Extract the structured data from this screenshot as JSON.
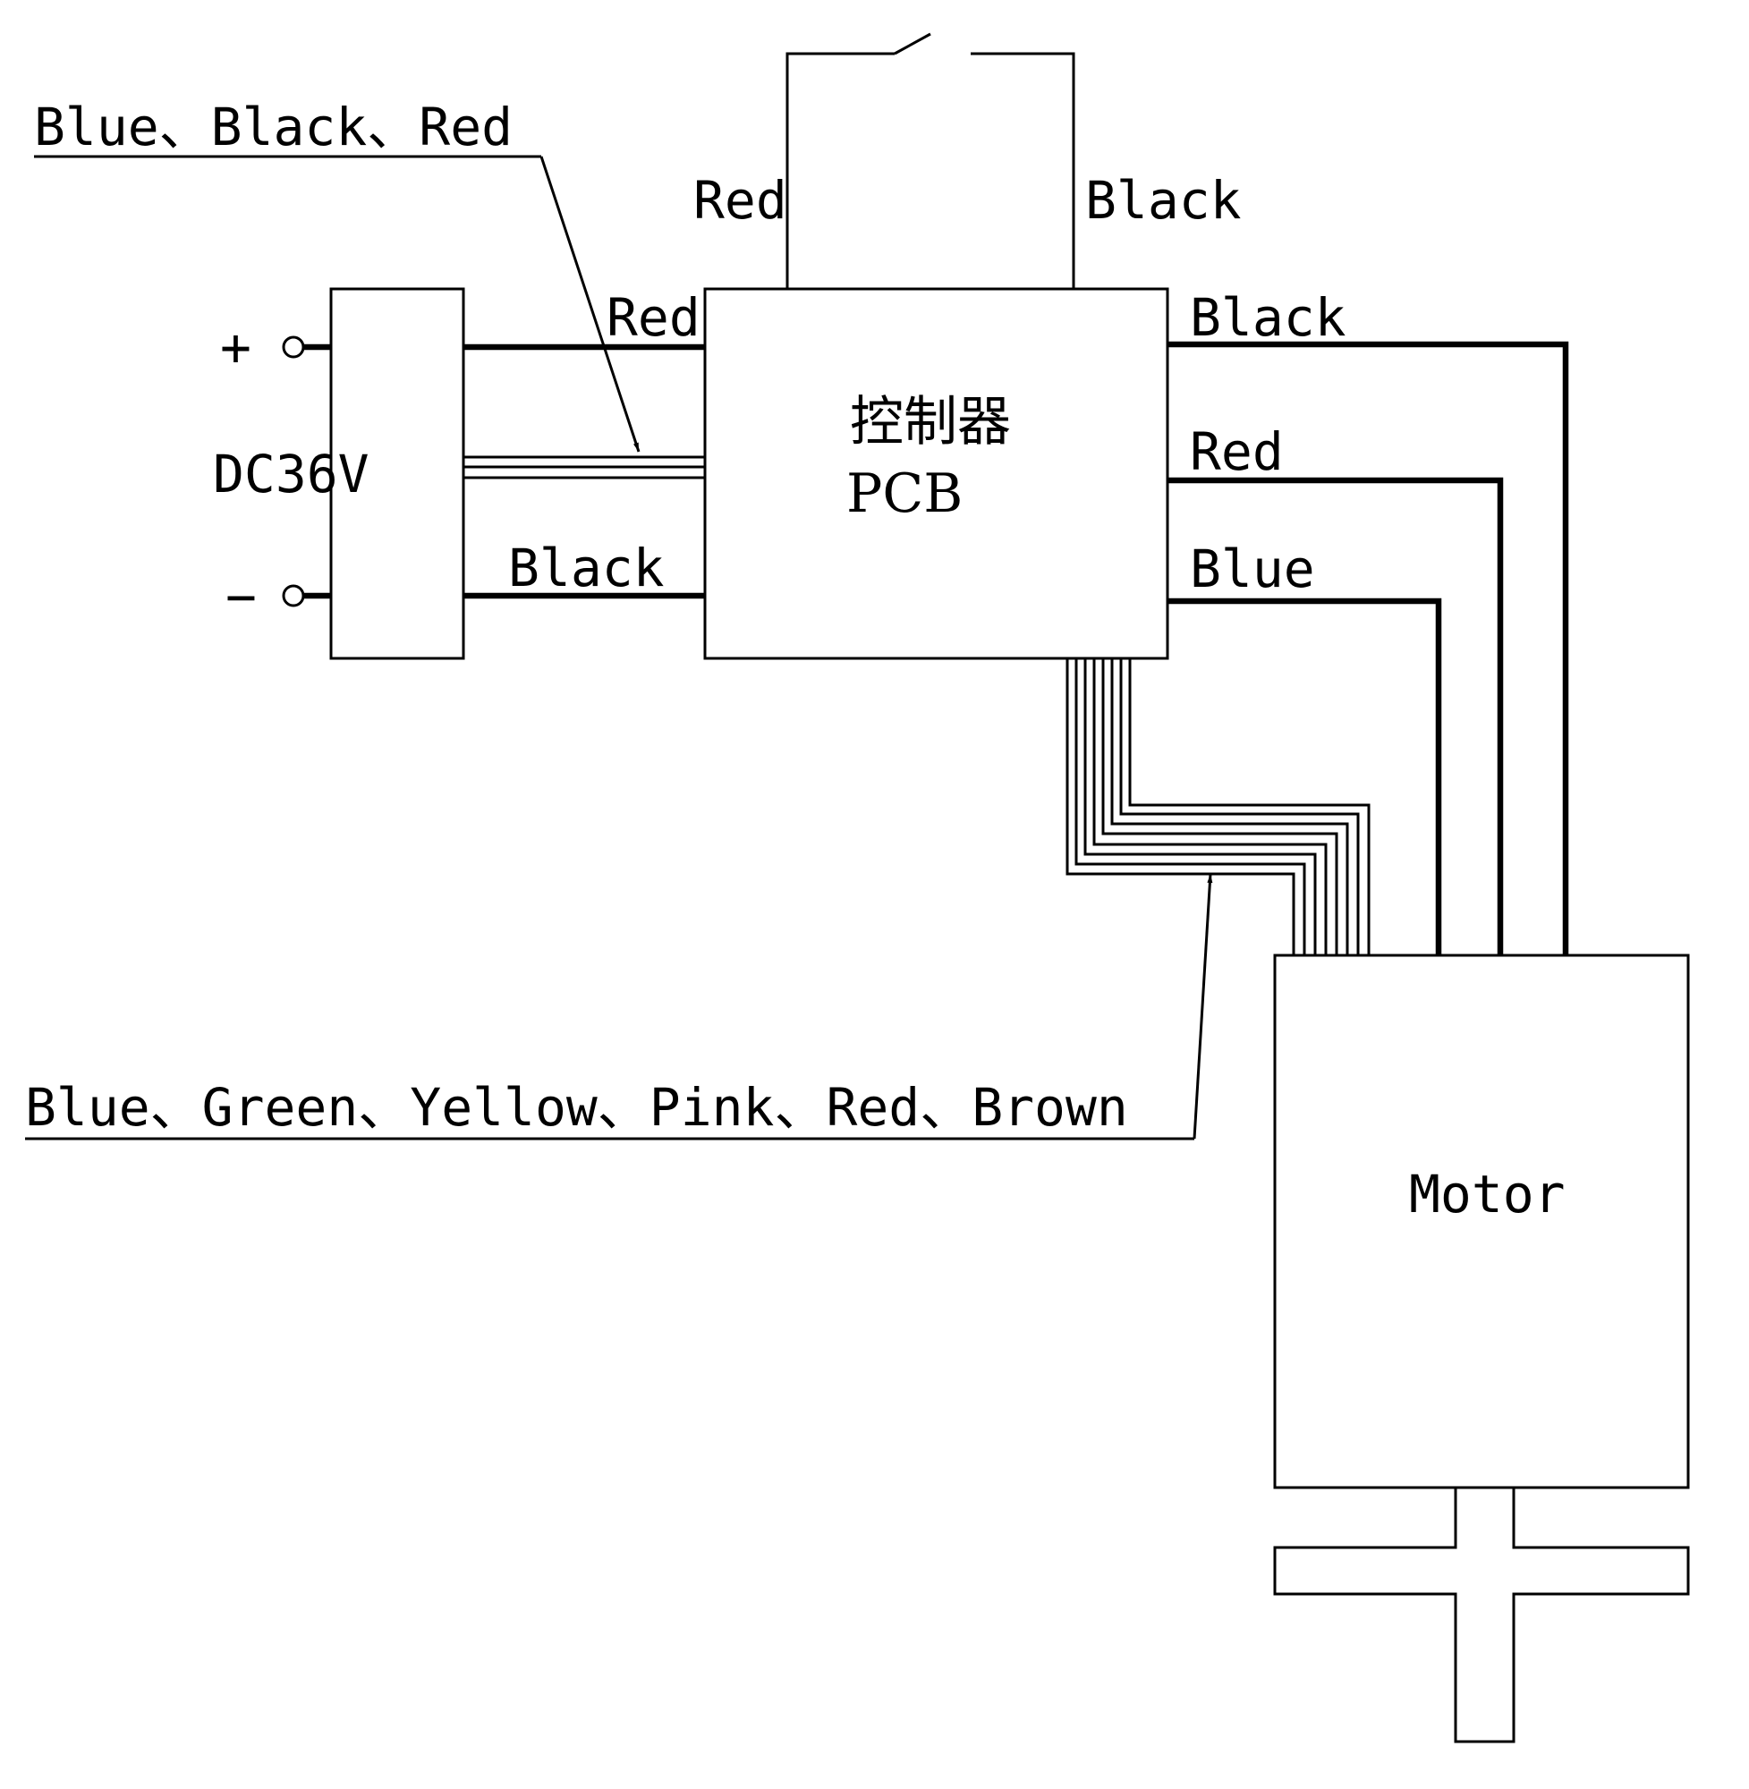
{
  "labels": {
    "input_bundle_callout": "Blue、Black、Red",
    "switch_left_wire": "Red",
    "switch_right_wire": "Black",
    "psu_positive_wire": "Red",
    "psu_negative_wire": "Black",
    "psu_plus_sign": "+",
    "psu_minus_sign": "−",
    "psu_name": "DC36V",
    "controller_cn": "控制器",
    "controller_en": "PCB",
    "motor_black_wire": "Black",
    "motor_red_wire": "Red",
    "motor_blue_wire": "Blue",
    "hall_bundle_callout": "Blue、Green、Yellow、Pink、Red、Brown",
    "motor_name": "Motor"
  }
}
